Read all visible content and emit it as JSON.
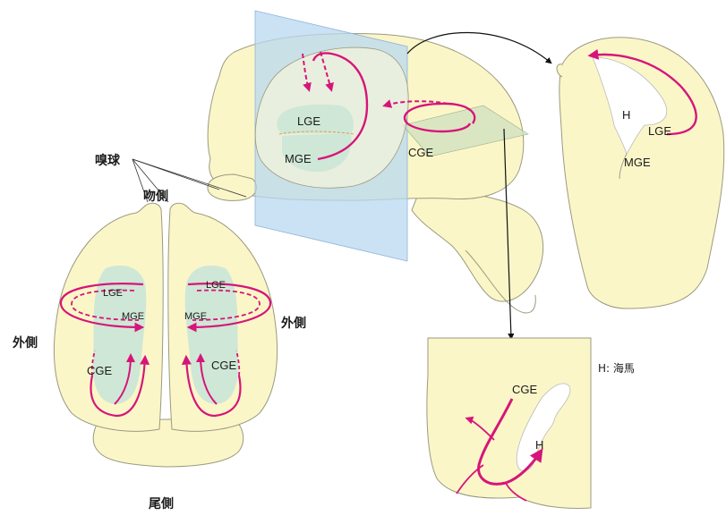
{
  "labels": {
    "olfactory_bulb": "嗅球",
    "rostral": "吻側",
    "caudal": "尾側",
    "lateral_left": "外側",
    "lateral_right": "外側",
    "legend_h": "H: 海馬",
    "sagittal_lge": "LGE",
    "sagittal_mge": "MGE",
    "sagittal_cge": "CGE",
    "coronal_h": "H",
    "coronal_lge": "LGE",
    "coronal_mge": "MGE",
    "horizontal_cge": "CGE",
    "horizontal_h": "H",
    "dorsal_left_lge": "LGE",
    "dorsal_left_mge": "MGE",
    "dorsal_left_cge": "CGE",
    "dorsal_right_lge": "LGE",
    "dorsal_right_mge": "MGE",
    "dorsal_right_cge": "CGE"
  },
  "colors": {
    "brain_fill": "#fbf6c8",
    "brain_stroke": "#9a9a80",
    "eminence_fill": "#cfe7d6",
    "arrow": "#d6157a",
    "plane_fill": "#b9d8f2",
    "horiz_plane": "#cfe0c0"
  }
}
